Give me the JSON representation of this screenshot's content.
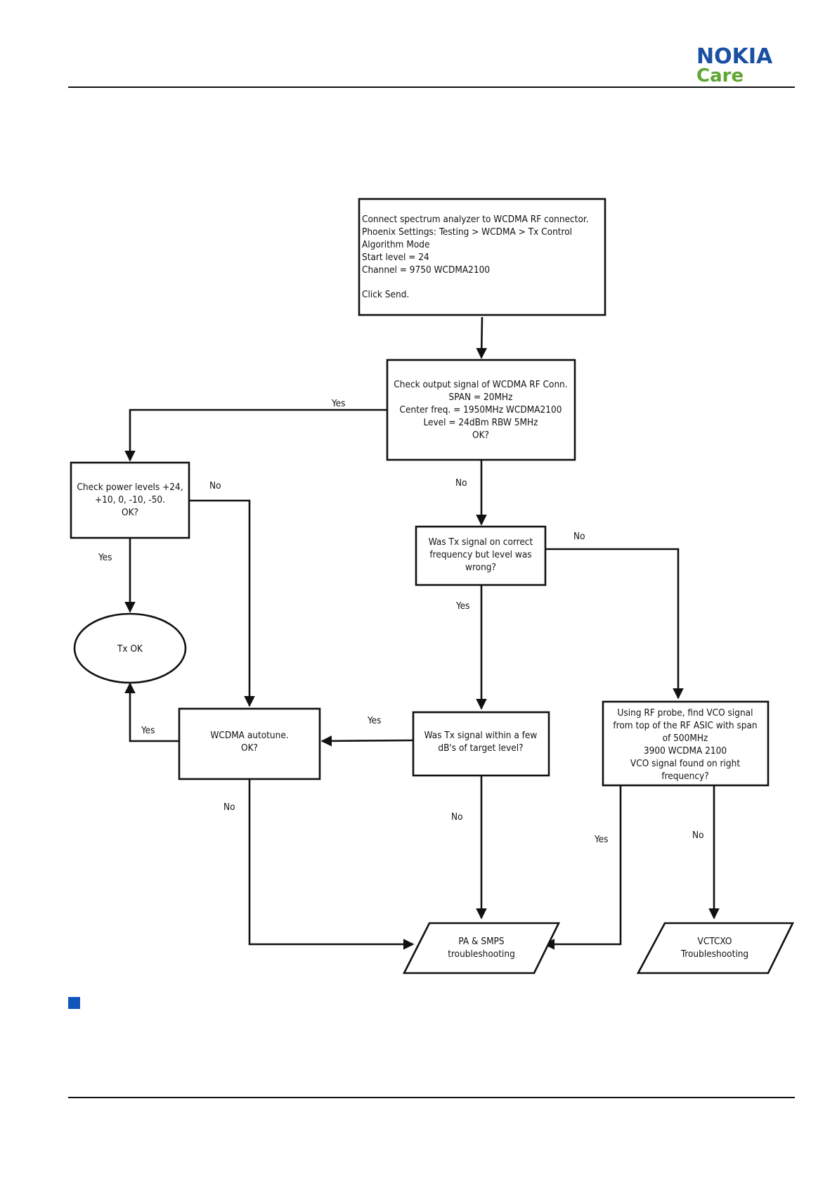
{
  "header": {
    "brand": "NOKIA",
    "sub": "Care",
    "brand_color": "#1a4fa3",
    "sub_color": "#5ea532"
  },
  "section_marker_color": "#1155bb",
  "flowchart": {
    "nodes": {
      "start": {
        "lines": [
          "Connect spectrum analyzer to WCDMA RF connector.",
          "Phoenix Settings: Testing > WCDMA > Tx Control",
          "Algorithm Mode",
          "Start level = 24",
          "Channel = 9750 WCDMA2100",
          "",
          "Click Send."
        ]
      },
      "check_output": {
        "lines": [
          "Check output signal of WCDMA RF Conn.",
          "SPAN = 20MHz",
          "Center freq. = 1950MHz WCDMA2100",
          "Level = 24dBm RBW 5MHz",
          "OK?"
        ]
      },
      "check_power": {
        "lines": [
          "Check power levels +24,",
          "+10, 0, -10, -50.",
          "OK?"
        ]
      },
      "tx_ok": {
        "lines": [
          "Tx OK"
        ]
      },
      "was_tx_correct": {
        "lines": [
          "Was Tx signal on correct",
          "frequency but level was",
          "wrong?"
        ]
      },
      "autotune": {
        "lines": [
          "WCDMA autotune.",
          "OK?"
        ]
      },
      "within_few_db": {
        "lines": [
          "Was Tx signal within a few",
          "dB's of target level?"
        ]
      },
      "rf_probe": {
        "lines": [
          "Using RF probe, find VCO signal",
          "from top of the RF ASIC with span",
          "of 500MHz",
          "3900 WCDMA 2100",
          "VCO signal found on right",
          "frequency?"
        ]
      },
      "pa_smps": {
        "lines": [
          "PA & SMPS",
          "troubleshooting"
        ]
      },
      "vctcxo": {
        "lines": [
          "VCTCXO",
          "Troubleshooting"
        ]
      }
    },
    "edge_labels": {
      "check_output_yes": "Yes",
      "check_output_no": "No",
      "check_power_no": "No",
      "check_power_yes": "Yes",
      "was_tx_no": "No",
      "was_tx_yes": "Yes",
      "within_yes": "Yes",
      "within_no": "No",
      "autotune_yes": "Yes",
      "autotune_no": "No",
      "probe_yes": "Yes",
      "probe_no": "No"
    }
  }
}
